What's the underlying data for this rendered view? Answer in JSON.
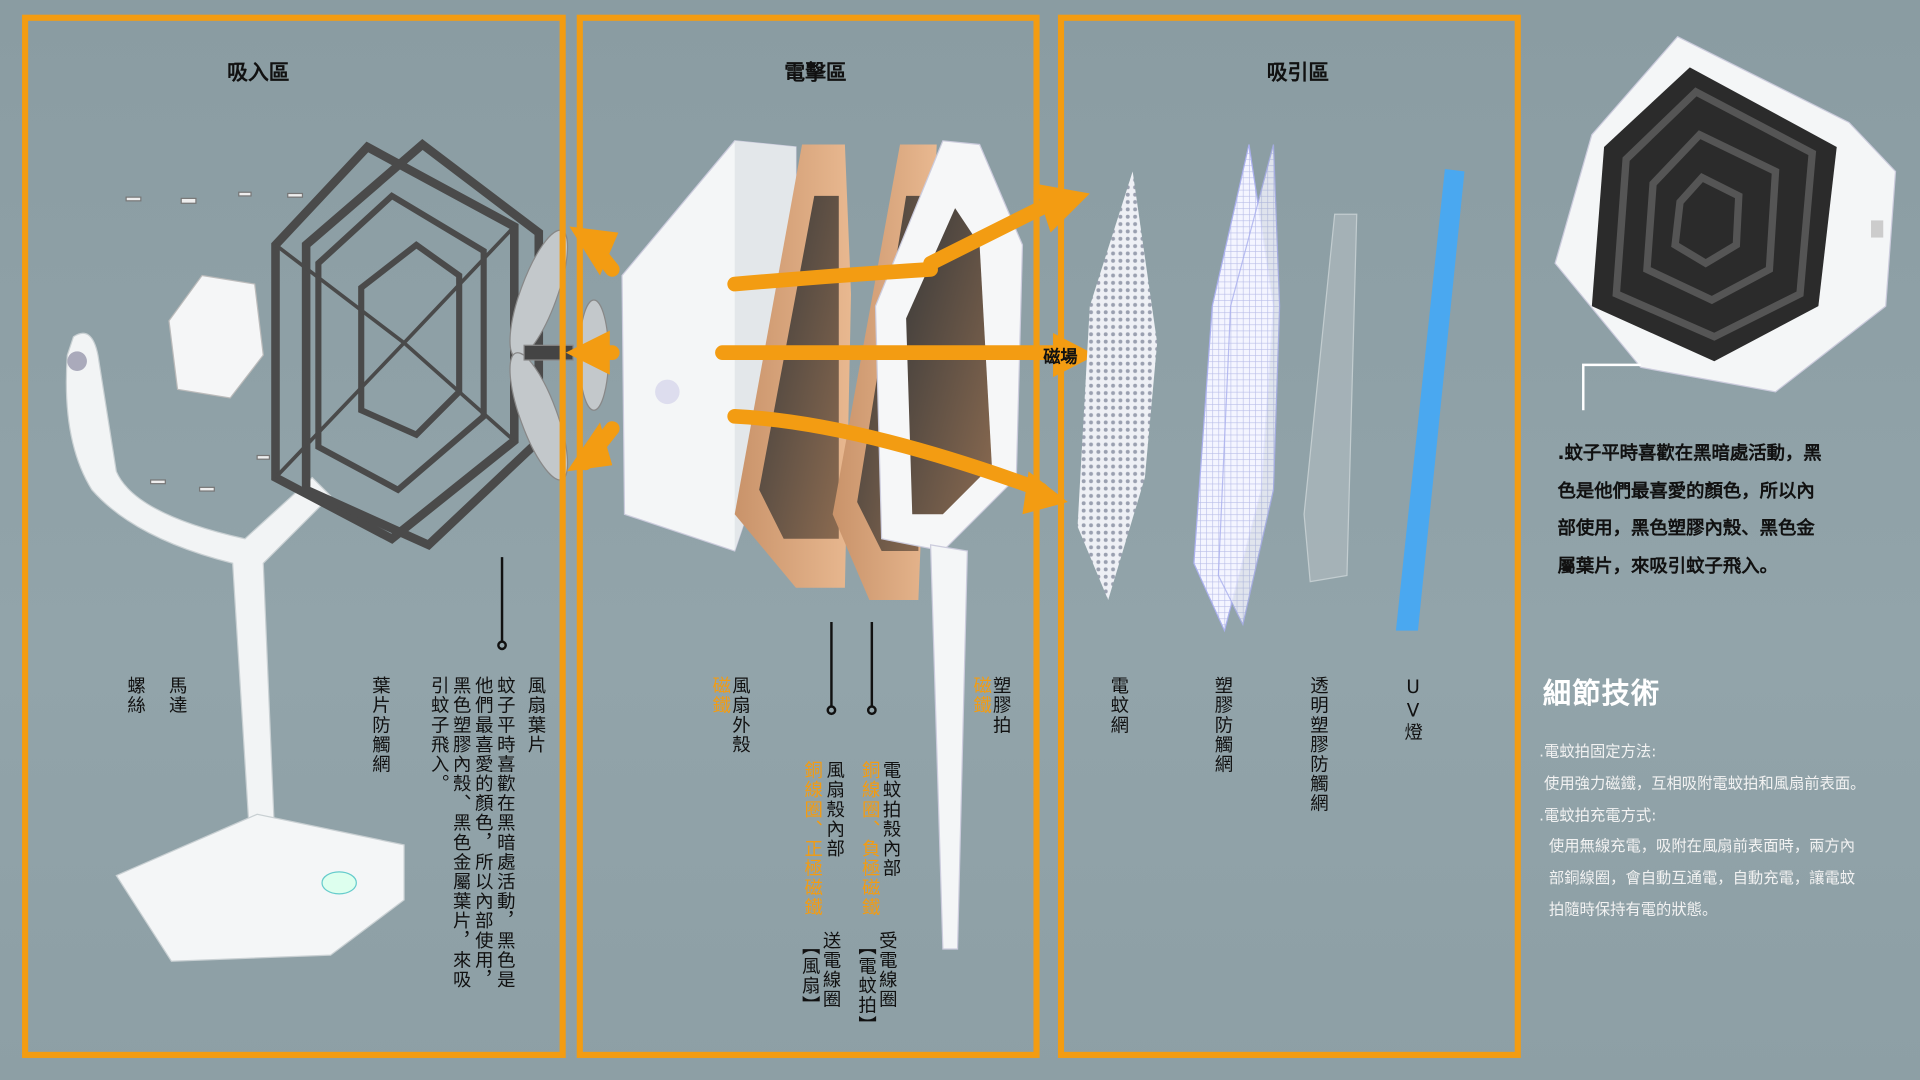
{
  "sections": {
    "intake": {
      "title": "吸入區"
    },
    "shock": {
      "title": "電擊區"
    },
    "attract": {
      "title": "吸引區"
    }
  },
  "intake_labels": {
    "screw": "螺絲",
    "motor": "馬達",
    "blade_guard": "葉片防觸網",
    "fan_blade": "風扇葉片",
    "note_lines": [
      "蚊子平時喜歡在黑暗處活動，黑色是",
      "他們最喜愛的顏色，所以內部使用，",
      "黑色塑膠內殼、黑色金屬葉片，來吸",
      "引蚊子飛入。"
    ]
  },
  "shock_labels": {
    "magnet": "磁鐵",
    "fan_shell": "風扇外殼",
    "plastic_racket_magnet": "磁鐵",
    "plastic_racket": "塑膠拍",
    "field": "磁場",
    "racket_inside": "電蚊拍殼內部",
    "racket_inside_parts": "銅線圈、負極磁鐵",
    "fan_inside": "風扇殼內部",
    "fan_inside_parts": "銅線圈、正極磁鐵",
    "receive_coil": "受電線圈",
    "receive_coil_note": "【電蚊拍】",
    "send_coil": "送電線圈",
    "send_coil_note": "【風扇】"
  },
  "attract_labels": {
    "electric_mesh": "電蚊網",
    "plastic_guard": "塑膠防觸網",
    "clear_guard": "透明塑膠防觸網",
    "uv_lamp": "UV燈"
  },
  "side": {
    "paragraph_lines": [
      ".蚊子平時喜歡在黑暗處活動，黑",
      "色是他們最喜愛的顏色，所以內",
      "部使用，黑色塑膠內殼、黑色金",
      "屬葉片，來吸引蚊子飛入。"
    ],
    "details_title": "細節技術",
    "details_lines": [
      ".電蚊拍固定方法:",
      " 使用強力磁鐵，互相吸附電蚊拍和風扇前表面。",
      ".電蚊拍充電方式:",
      "  使用無線充電，吸附在風扇前表面時，兩方內",
      "  部銅線圈，會自動互通電，自動充電，讓電蚊",
      "  拍隨時保持有電的狀態。"
    ]
  },
  "colors": {
    "accent": "#f39c12",
    "uv": "#4aa8f0",
    "background": "#8e9fa5"
  }
}
